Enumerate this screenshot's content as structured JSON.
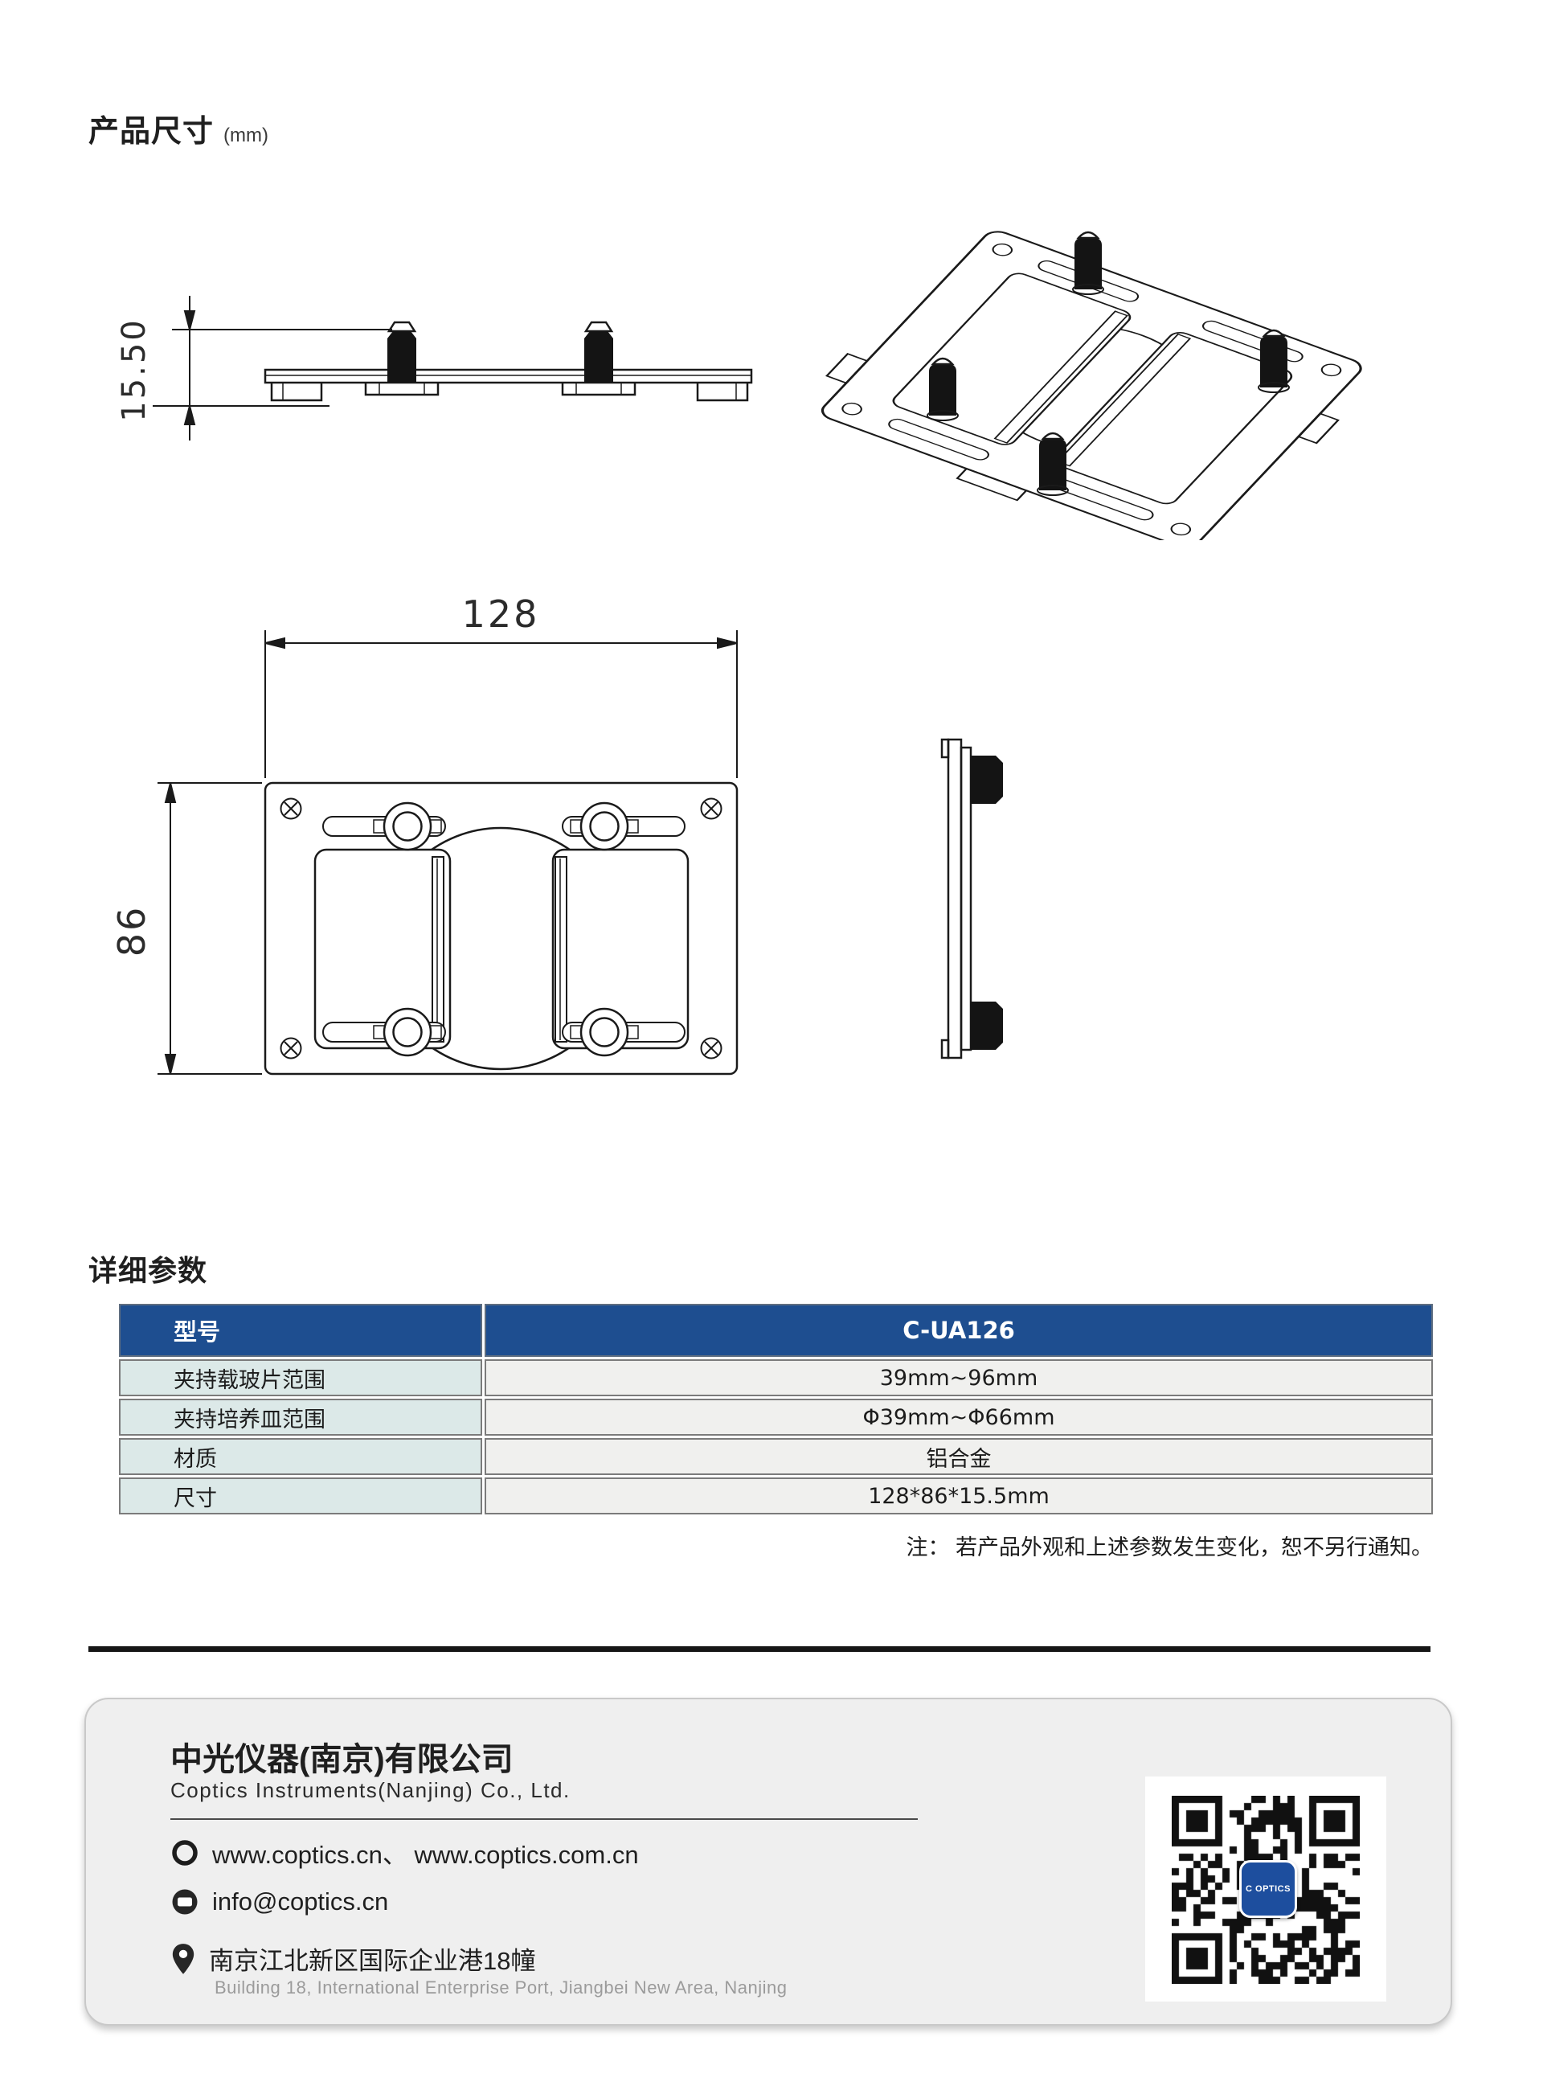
{
  "page": {
    "title": "产品尺寸",
    "title_unit": "(mm)"
  },
  "drawings": {
    "side_view": {
      "dim_height": "15.50"
    },
    "top_view": {
      "dim_width": "128",
      "dim_depth": "86"
    }
  },
  "params": {
    "heading": "详细参数",
    "table": {
      "header_label": "型号",
      "header_value": "C-UA126",
      "rows": [
        {
          "label": "夹持载玻片范围",
          "value": "39mm~96mm"
        },
        {
          "label": "夹持培养皿范围",
          "value": "Φ39mm~Φ66mm"
        },
        {
          "label": "材质",
          "value": "铝合金"
        },
        {
          "label": "尺寸",
          "value": "128*86*15.5mm"
        }
      ]
    },
    "note": "注： 若产品外观和上述参数发生变化，恕不另行通知。"
  },
  "footer": {
    "company_cn": "中光仪器(南京)有限公司",
    "company_en": "Coptics Instruments(Nanjing) Co., Ltd.",
    "website": "www.coptics.cn、 www.coptics.com.cn",
    "email": "info@coptics.cn",
    "address_cn": "南京江北新区国际企业港18幢",
    "address_en": "Building 18, International Enterprise Port, Jiangbei New Area, Nanjing",
    "qr_logo": "C OPTICS"
  },
  "colors": {
    "table_header_bg": "#1e4e90",
    "table_label_bg": "#dce9e8",
    "table_value_bg": "#f0f0ee",
    "qr_logo_bg": "#1d4e9e",
    "line_color": "#1a1a1a"
  }
}
